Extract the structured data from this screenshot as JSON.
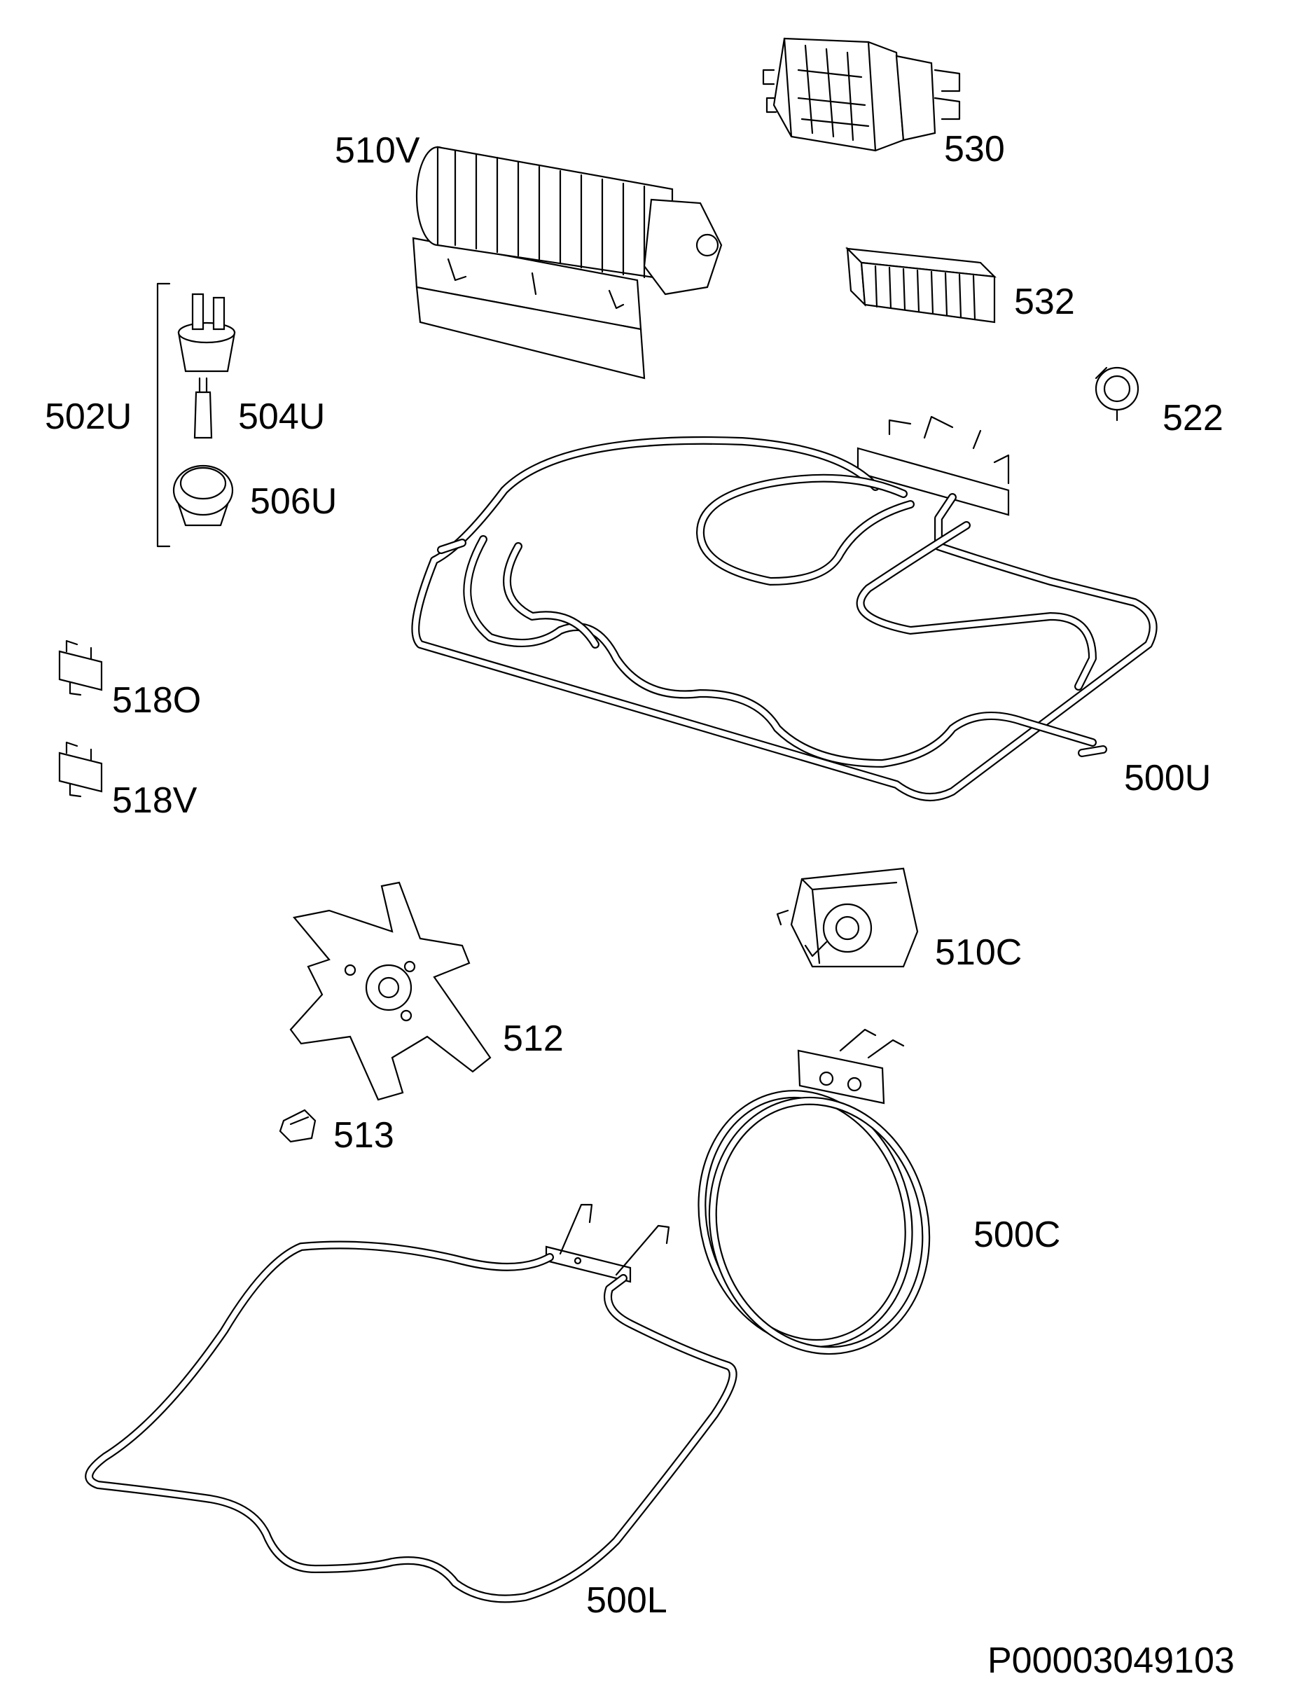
{
  "labels": {
    "p510V": "510V",
    "p530": "530",
    "p532": "532",
    "p522": "522",
    "p502U": "502U",
    "p504U": "504U",
    "p506U": "506U",
    "p518O": "518O",
    "p518V": "518V",
    "p500U": "500U",
    "p510C": "510C",
    "p512": "512",
    "p513": "513",
    "p500C": "500C",
    "p500L": "500L"
  },
  "drawing_number": "P00003049103"
}
